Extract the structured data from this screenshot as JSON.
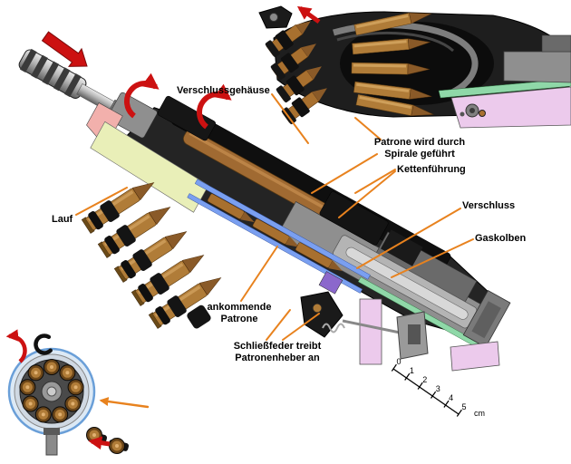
{
  "labels": {
    "verschlussgehaeuse": "Verschlussgehäuse",
    "patrone_spirale": {
      "line1": "Patrone wird durch",
      "line2": "Spirale geführt"
    },
    "kettenfuehrung": "Kettenführung",
    "verschluss": "Verschluss",
    "gaskolben": "Gaskolben",
    "lauf": "Lauf",
    "ankommende_patrone": {
      "line1": "ankommende",
      "line2": "Patrone"
    },
    "schliessfeder": {
      "line1": "Schließfeder treibt",
      "line2": "Patronenheber an"
    }
  },
  "scale": {
    "ticks": [
      "0",
      "1",
      "2",
      "3",
      "4",
      "5"
    ],
    "unit": "cm"
  },
  "colors": {
    "leader_line": "#e8821e",
    "motion_arrow": "#cc1111",
    "brass": "#b07c38",
    "copper_tip": "#8a5a28",
    "steel_dark": "#1c1c1c",
    "steel_light": "#b4b4b4",
    "cut_pink": "#f2b0ac",
    "cut_yellow": "#e9efb8",
    "cut_blue": "#7a9ff0",
    "cut_green": "#8fd8a8",
    "cut_lavender": "#eccaec",
    "cut_purple": "#8b68cc",
    "background": "#ffffff"
  }
}
